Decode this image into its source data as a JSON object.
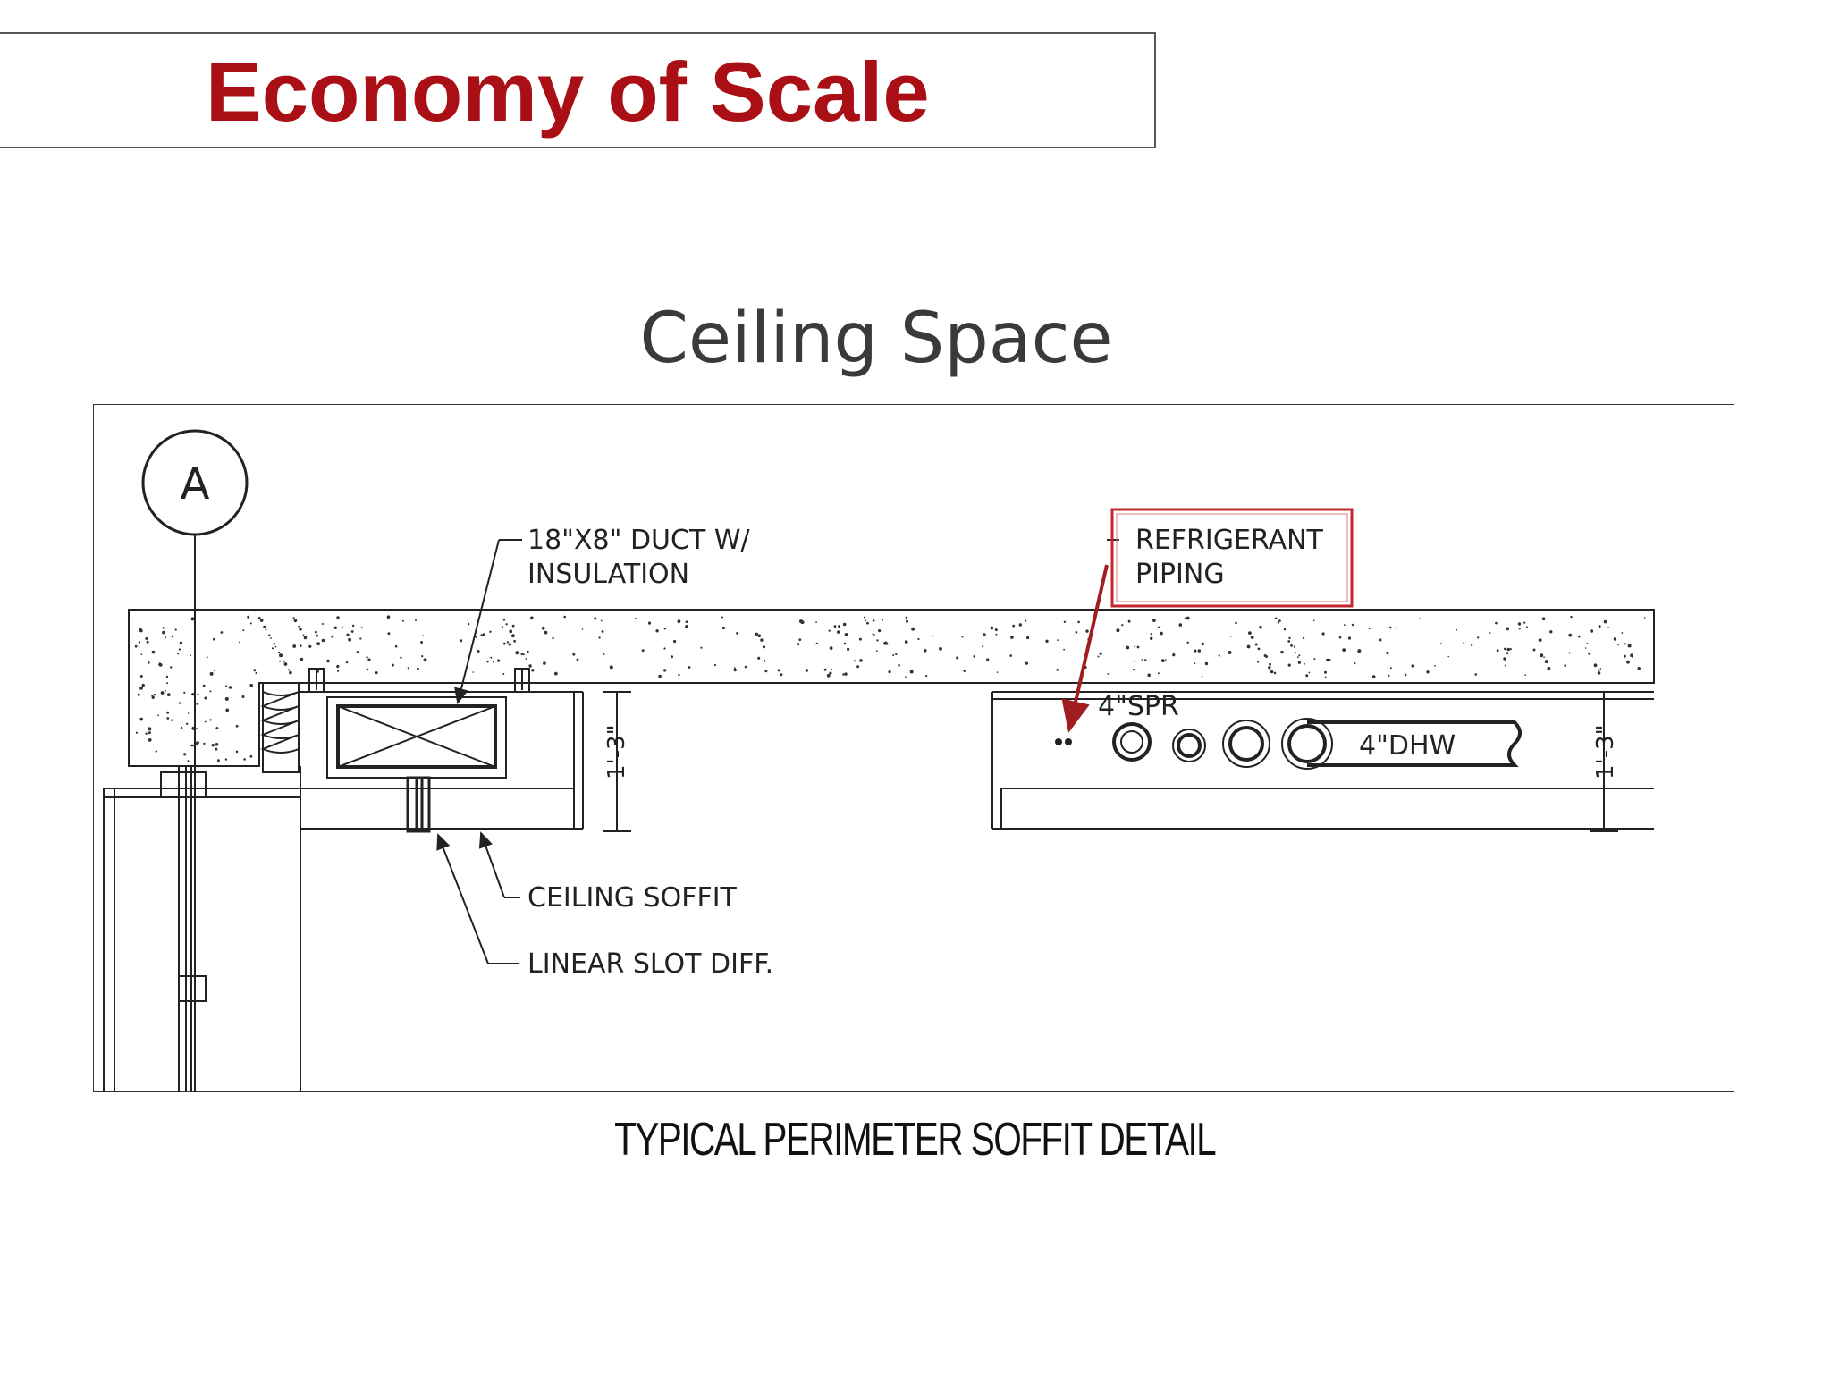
{
  "slide": {
    "title": "Economy of Scale",
    "subtitle": "Ceiling Space",
    "accent_color": "#a90f14"
  },
  "drawing": {
    "grid_marker": "A",
    "labels": {
      "duct_line1": "18\"X8\" DUCT W/",
      "duct_line2": "INSULATION",
      "refrigerant_line1": "REFRIGERANT",
      "refrigerant_line2": "PIPING",
      "sprinkler": "4\"SPR",
      "domestic_hot_water": "4\"DHW",
      "ceiling_soffit": "CEILING SOFFIT",
      "linear_slot_diffuser": "LINEAR SLOT DIFF.",
      "dimension_left": "1'-3\"",
      "dimension_right": "1'-3\""
    },
    "caption": "TYPICAL PERIMETER SOFFIT DETAIL",
    "highlight_color": "#c0282d"
  }
}
